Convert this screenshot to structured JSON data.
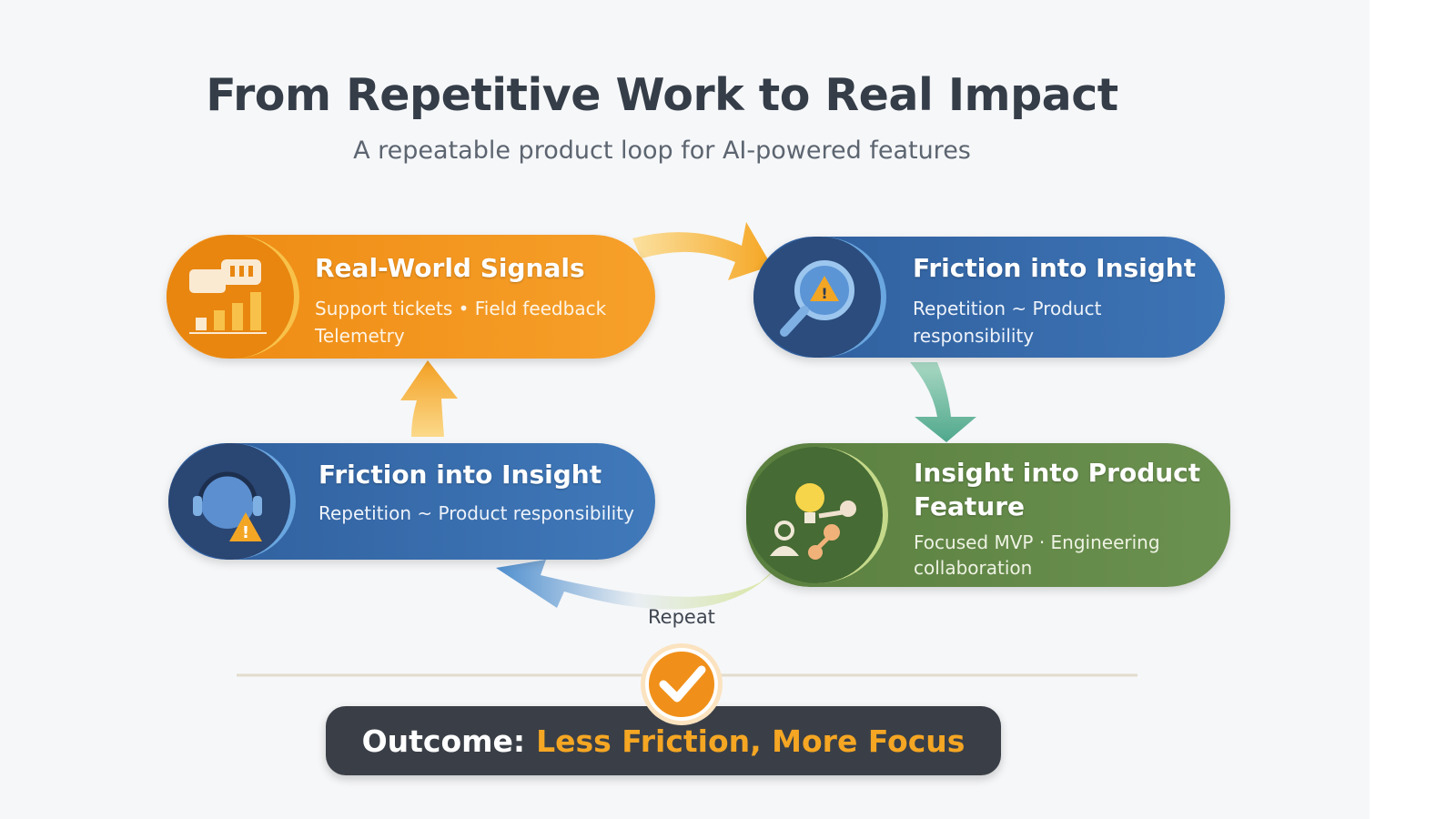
{
  "title": "From Repetitive Work to Real Impact",
  "subtitle": "A repeatable product loop for AI-powered features",
  "steps": [
    {
      "title": "Real-World Signals",
      "lines": [
        "Support tickets • Field feedback",
        "Telemetry"
      ],
      "icon": "chat-chart-icon",
      "color": "#f39a1e"
    },
    {
      "title": "Friction into Insight",
      "lines": [
        "Repetition ~ Product responsibility"
      ],
      "icon": "magnifier-warning-icon",
      "color": "#3a6aab"
    },
    {
      "title": "Insight into Product Feature",
      "lines": [
        "Focused MVP · Engineering",
        "collaboration"
      ],
      "icon": "lightbulb-network-icon",
      "color": "#628a48"
    },
    {
      "title": "Friction into Insight",
      "lines": [
        "Repetition ~ Product responsibility"
      ],
      "icon": "headset-warning-icon",
      "color": "#3a6aab"
    }
  ],
  "repeat_label": "Repeat",
  "outcome": {
    "label": "Outcome:",
    "value": "Less Friction, More Focus",
    "icon": "check-circle-icon",
    "accent": "#f5a623"
  }
}
